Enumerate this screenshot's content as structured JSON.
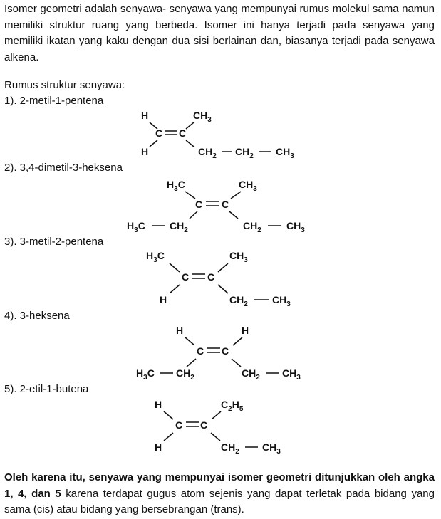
{
  "intro": "Isomer geometri adalah senyawa- senyawa yang mempunyai rumus molekul sama namun memiliki struktur ruang yang berbeda. Isomer ini hanya terjadi pada senyawa yang memiliki ikatan yang kaku dengan dua sisi berlainan dan, biasanya terjadi pada senyawa alkena.",
  "heading": "Rumus struktur senyawa:",
  "items": [
    {
      "label": "1). 2-metil-1-pentena",
      "atoms": {
        "h_top": "H",
        "h_bottom": "H",
        "c_left": "C",
        "c_right": "C",
        "ch3_top": "CH",
        "ch3_top_sub": "3",
        "ch2": "CH",
        "ch2_sub": "2",
        "ch2b": "CH",
        "ch2b_sub": "2",
        "ch3_end": "CH",
        "ch3_end_sub": "3"
      }
    },
    {
      "label": "2). 3,4-dimetil-3-heksena",
      "atoms": {
        "h3c_top": "H",
        "h3c_top_sub": "3",
        "h3c_top_c": "C",
        "ch3_top": "CH",
        "ch3_top_sub": "3",
        "c_left": "C",
        "c_right": "C",
        "h3c_left": "H",
        "h3c_left_sub": "3",
        "h3c_left_c": "C",
        "ch2_left": "CH",
        "ch2_left_sub": "2",
        "ch2_right": "CH",
        "ch2_right_sub": "2",
        "ch3_right": "CH",
        "ch3_right_sub": "3"
      }
    },
    {
      "label": "3). 3-metil-2-pentena",
      "atoms": {
        "h3c_top": "H",
        "h3c_top_sub": "3",
        "h3c_top_c": "C",
        "ch3_top": "CH",
        "ch3_top_sub": "3",
        "c_left": "C",
        "c_right": "C",
        "h_bottom": "H",
        "ch2": "CH",
        "ch2_sub": "2",
        "ch3_end": "CH",
        "ch3_end_sub": "3"
      }
    },
    {
      "label": "4). 3-heksena",
      "atoms": {
        "h_top_left": "H",
        "h_top_right": "H",
        "c_left": "C",
        "c_right": "C",
        "h3c": "H",
        "h3c_sub": "3",
        "h3c_c": "C",
        "ch2_left": "CH",
        "ch2_left_sub": "2",
        "ch2_right": "CH",
        "ch2_right_sub": "2",
        "ch3_end": "CH",
        "ch3_end_sub": "3"
      }
    },
    {
      "label": "5). 2-etil-1-butena",
      "atoms": {
        "h_top": "H",
        "h_bottom": "H",
        "c_left": "C",
        "c_right": "C",
        "c2h5": "C",
        "c2h5_sub1": "2",
        "c2h5_h": "H",
        "c2h5_sub2": "5",
        "ch2": "CH",
        "ch2_sub": "2",
        "ch3_end": "CH",
        "ch3_end_sub": "3"
      }
    }
  ],
  "conclusion": {
    "bold": "Oleh karena itu, senyawa yang mempunyai isomer geometri ditunjukkan oleh angka 1, 4, dan 5",
    "normal": " karena terdapat gugus atom sejenis yang dapat terletak pada bidang yang sama (cis) atau bidang yang bersebrangan (trans)."
  }
}
